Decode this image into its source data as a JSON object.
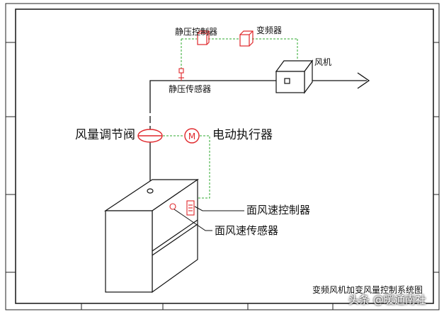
{
  "labels": {
    "static_pressure_controller": "静压控制器",
    "vfd": "变频器",
    "fan": "风机",
    "static_pressure_sensor": "静压传感器",
    "air_volume_damper": "风量调节阀",
    "electric_actuator": "电动执行器",
    "face_velocity_controller": "面风速控制器",
    "face_velocity_sensor": "面风速传感器",
    "diagram_title": "变频风机加变风量控制系统图",
    "actuator_symbol": "M"
  },
  "watermark": "头条 @暖通南社",
  "colors": {
    "line": "#111111",
    "signal": "#2faa2f",
    "device_red": "#e0272b"
  }
}
